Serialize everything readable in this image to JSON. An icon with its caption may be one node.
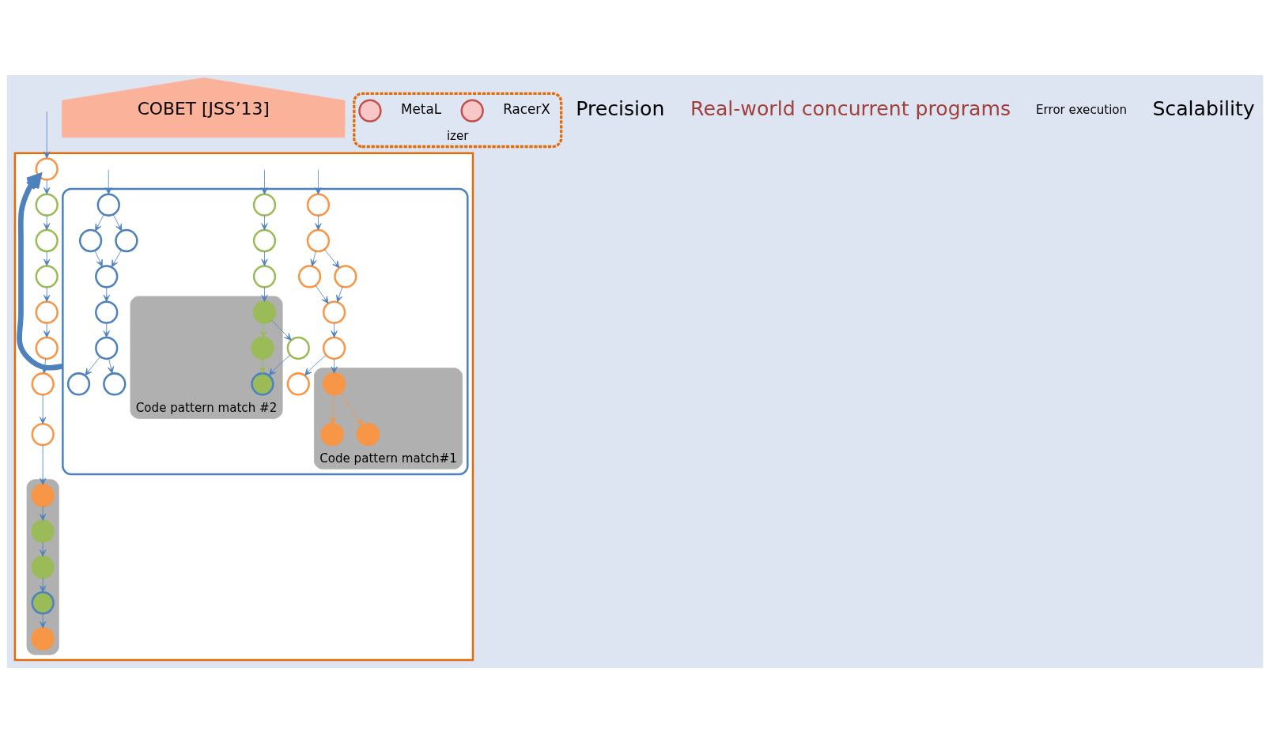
{
  "diagram": {
    "nodes": [
      {
        "text": [],
        "shape": "box"
      },
      {
        "text": [],
        "shape": "box",
        "in": 0
      },
      {
        "text": [],
        "shape": "circle",
        "in": 1
      },
      {
        "text": [],
        "shape": "circle",
        "in": 1
      },
      {
        "text": [],
        "shape": "circle",
        "in": 1
      },
      {
        "text": [],
        "shape": "circle",
        "in": 1
      },
      {
        "text": [],
        "shape": "circle",
        "in": 1
      },
      {
        "text": [],
        "shape": "circle",
        "in": 1
      },
      {
        "text": [],
        "shape": "circle",
        "in": 1
      },
      {
        "text": [
          "Code pattern match#1"
        ],
        "in": 1
      },
      {
        "text": [],
        "shape": "circle",
        "in": 9
      },
      {
        "text": [],
        "shape": "circle",
        "in": 9
      },
      {
        "text": [],
        "shape": "circle",
        "in": 9
      },
      {
        "text": [],
        "shape": "circle",
        "in": 1
      },
      {
        "text": [],
        "shape": "circle",
        "in": 1
      },
      {
        "text": [],
        "shape": "circle",
        "in": 1
      },
      {
        "text": [
          "Code pattern match #2"
        ],
        "in": 1
      },
      {
        "text": [],
        "shape": "circle",
        "in": 16
      },
      {
        "text": [],
        "shape": "circle",
        "in": 16
      },
      {
        "text": [],
        "shape": "circle",
        "in": 16
      },
      {
        "text": [],
        "shape": "circle",
        "in": 1
      },
      {
        "text": [],
        "shape": "circle",
        "in": 1
      },
      {
        "text": [],
        "shape": "circle",
        "in": 1
      },
      {
        "text": [],
        "shape": "circle",
        "in": 1
      },
      {
        "text": [],
        "shape": "circle",
        "in": 1
      },
      {
        "text": [],
        "shape": "circle",
        "in": 1
      },
      {
        "text": [],
        "shape": "circle",
        "in": 1
      },
      {
        "text": [],
        "shape": "circle",
        "in": 1
      },
      {
        "text": [],
        "shape": "circle",
        "in": 1
      },
      {
        "text": [],
        "shape": "circle",
        "in": 0
      },
      {
        "text": [],
        "shape": "circle",
        "in": 0
      },
      {
        "text": [],
        "shape": "circle",
        "in": 0
      },
      {
        "text": [],
        "shape": "circle",
        "in": 0
      },
      {
        "text": [],
        "shape": "circle",
        "in": 0
      },
      {
        "text": [],
        "shape": "circle",
        "in": 0
      },
      {
        "text": [],
        "shape": "circle",
        "in": 0
      },
      {
        "text": [],
        "shape": "circle",
        "in": 0
      },
      {
        "text": [],
        "shape": "box",
        "in": 0
      },
      {
        "text": [],
        "shape": "circle",
        "in": 37
      },
      {
        "text": [],
        "shape": "circle",
        "in": 37
      },
      {
        "text": [],
        "shape": "circle",
        "in": 37
      },
      {
        "text": [],
        "shape": "circle",
        "in": 37
      },
      {
        "text": [],
        "shape": "circle",
        "in": 37
      },
      {
        "text": [
          "COBET [JSS’13]"
        ]
      },
      {
        "text": [
          "izer"
        ]
      },
      {
        "text": [],
        "shape": "circle",
        "in": 44,
        "beside": [
          "RacerX"
        ]
      },
      {
        "text": [],
        "shape": "circle",
        "in": 44,
        "beside": [
          "MetaL"
        ]
      }
    ],
    "edges": [
      {
        "from": null,
        "to": 2,
        "arrow": "to"
      },
      {
        "from": 2,
        "to": 3,
        "arrow": "to"
      },
      {
        "from": 3,
        "to": 4,
        "arrow": "to"
      },
      {
        "from": 3,
        "to": 5,
        "arrow": "to"
      },
      {
        "from": 4,
        "to": 6,
        "arrow": "to"
      },
      {
        "from": 5,
        "to": 6,
        "arrow": "to"
      },
      {
        "from": 6,
        "to": 7,
        "arrow": "to"
      },
      {
        "from": 7,
        "to": 10,
        "arrow": "to"
      },
      {
        "from": 7,
        "to": 8,
        "arrow": "to"
      },
      {
        "from": 10,
        "to": 11,
        "arrow": "to",
        "color": "#f79646"
      },
      {
        "from": 10,
        "to": 12,
        "arrow": "to",
        "color": "#f79646"
      },
      {
        "from": null,
        "to": 13,
        "arrow": "to"
      },
      {
        "from": 13,
        "to": 14,
        "arrow": "to"
      },
      {
        "from": 14,
        "to": 15,
        "arrow": "to"
      },
      {
        "from": 15,
        "to": 17,
        "arrow": "to"
      },
      {
        "from": 17,
        "to": 18,
        "arrow": "to",
        "color": "#9bbb59"
      },
      {
        "from": 17,
        "to": 20,
        "arrow": "to"
      },
      {
        "from": 18,
        "to": 19,
        "arrow": "to",
        "color": "#9bbb59"
      },
      {
        "from": 20,
        "to": 19,
        "arrow": "to"
      },
      {
        "from": null,
        "to": 21,
        "arrow": "to"
      },
      {
        "from": 21,
        "to": 22,
        "arrow": "to"
      },
      {
        "from": 21,
        "to": 23,
        "arrow": "to"
      },
      {
        "from": 22,
        "to": 24,
        "arrow": "to"
      },
      {
        "from": 23,
        "to": 24,
        "arrow": "to"
      },
      {
        "from": 24,
        "to": 25,
        "arrow": "to"
      },
      {
        "from": 25,
        "to": 26,
        "arrow": "to"
      },
      {
        "from": 26,
        "to": 27,
        "arrow": "to"
      },
      {
        "from": 26,
        "to": 28,
        "arrow": "to"
      },
      {
        "from": 1,
        "to": 29,
        "arrow": "to",
        "style": "thick"
      },
      {
        "from": null,
        "to": 29,
        "arrow": "to"
      },
      {
        "from": 29,
        "to": 30,
        "arrow": "to"
      },
      {
        "from": 30,
        "to": 31,
        "arrow": "to"
      },
      {
        "from": 31,
        "to": 32,
        "arrow": "to"
      },
      {
        "from": 32,
        "to": 33,
        "arrow": "to"
      },
      {
        "from": 33,
        "to": 34,
        "arrow": "to"
      },
      {
        "from": 34,
        "to": 35,
        "arrow": "to"
      },
      {
        "from": 35,
        "to": 36,
        "arrow": "to"
      },
      {
        "from": 36,
        "to": 38,
        "arrow": "to"
      },
      {
        "from": 38,
        "to": 39,
        "arrow": "to"
      },
      {
        "from": 39,
        "to": 40,
        "arrow": "to"
      },
      {
        "from": 40,
        "to": 41,
        "arrow": "to"
      },
      {
        "from": 41,
        "to": 42,
        "arrow": "to"
      }
    ],
    "labels": [
      "Precision",
      "Real-world concurrent programs",
      "Error execution",
      "Scalability"
    ]
  }
}
